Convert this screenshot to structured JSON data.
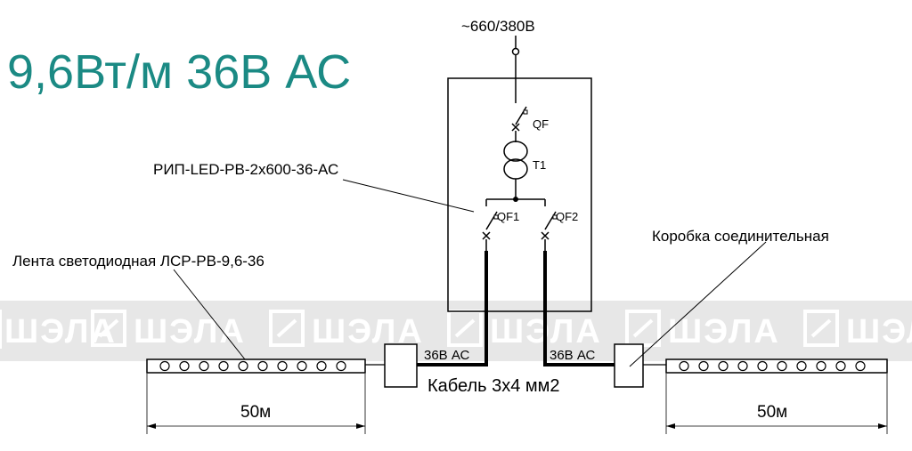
{
  "title": "9,6Вт/м 36В АС",
  "supply_label": "~660/380В",
  "device_label": "РИП-LED-РВ-2х600-36-АС",
  "breaker_main": "QF",
  "transformer": "T1",
  "breaker_1": "QF1",
  "breaker_2": "QF2",
  "tape_label": "Лента светодиодная ЛСР-РВ-9,6-36",
  "junction_box_label": "Коробка соединительная",
  "voltage_left": "36В АС",
  "voltage_right": "36В АС",
  "cable_label": "Кабель 3х4 мм2",
  "length_left": "50м",
  "length_right": "50м",
  "watermark": "ШЭЛА",
  "colors": {
    "title": "#1b8a84",
    "watermark_band": "#e7e7e7",
    "line": "#000000"
  }
}
